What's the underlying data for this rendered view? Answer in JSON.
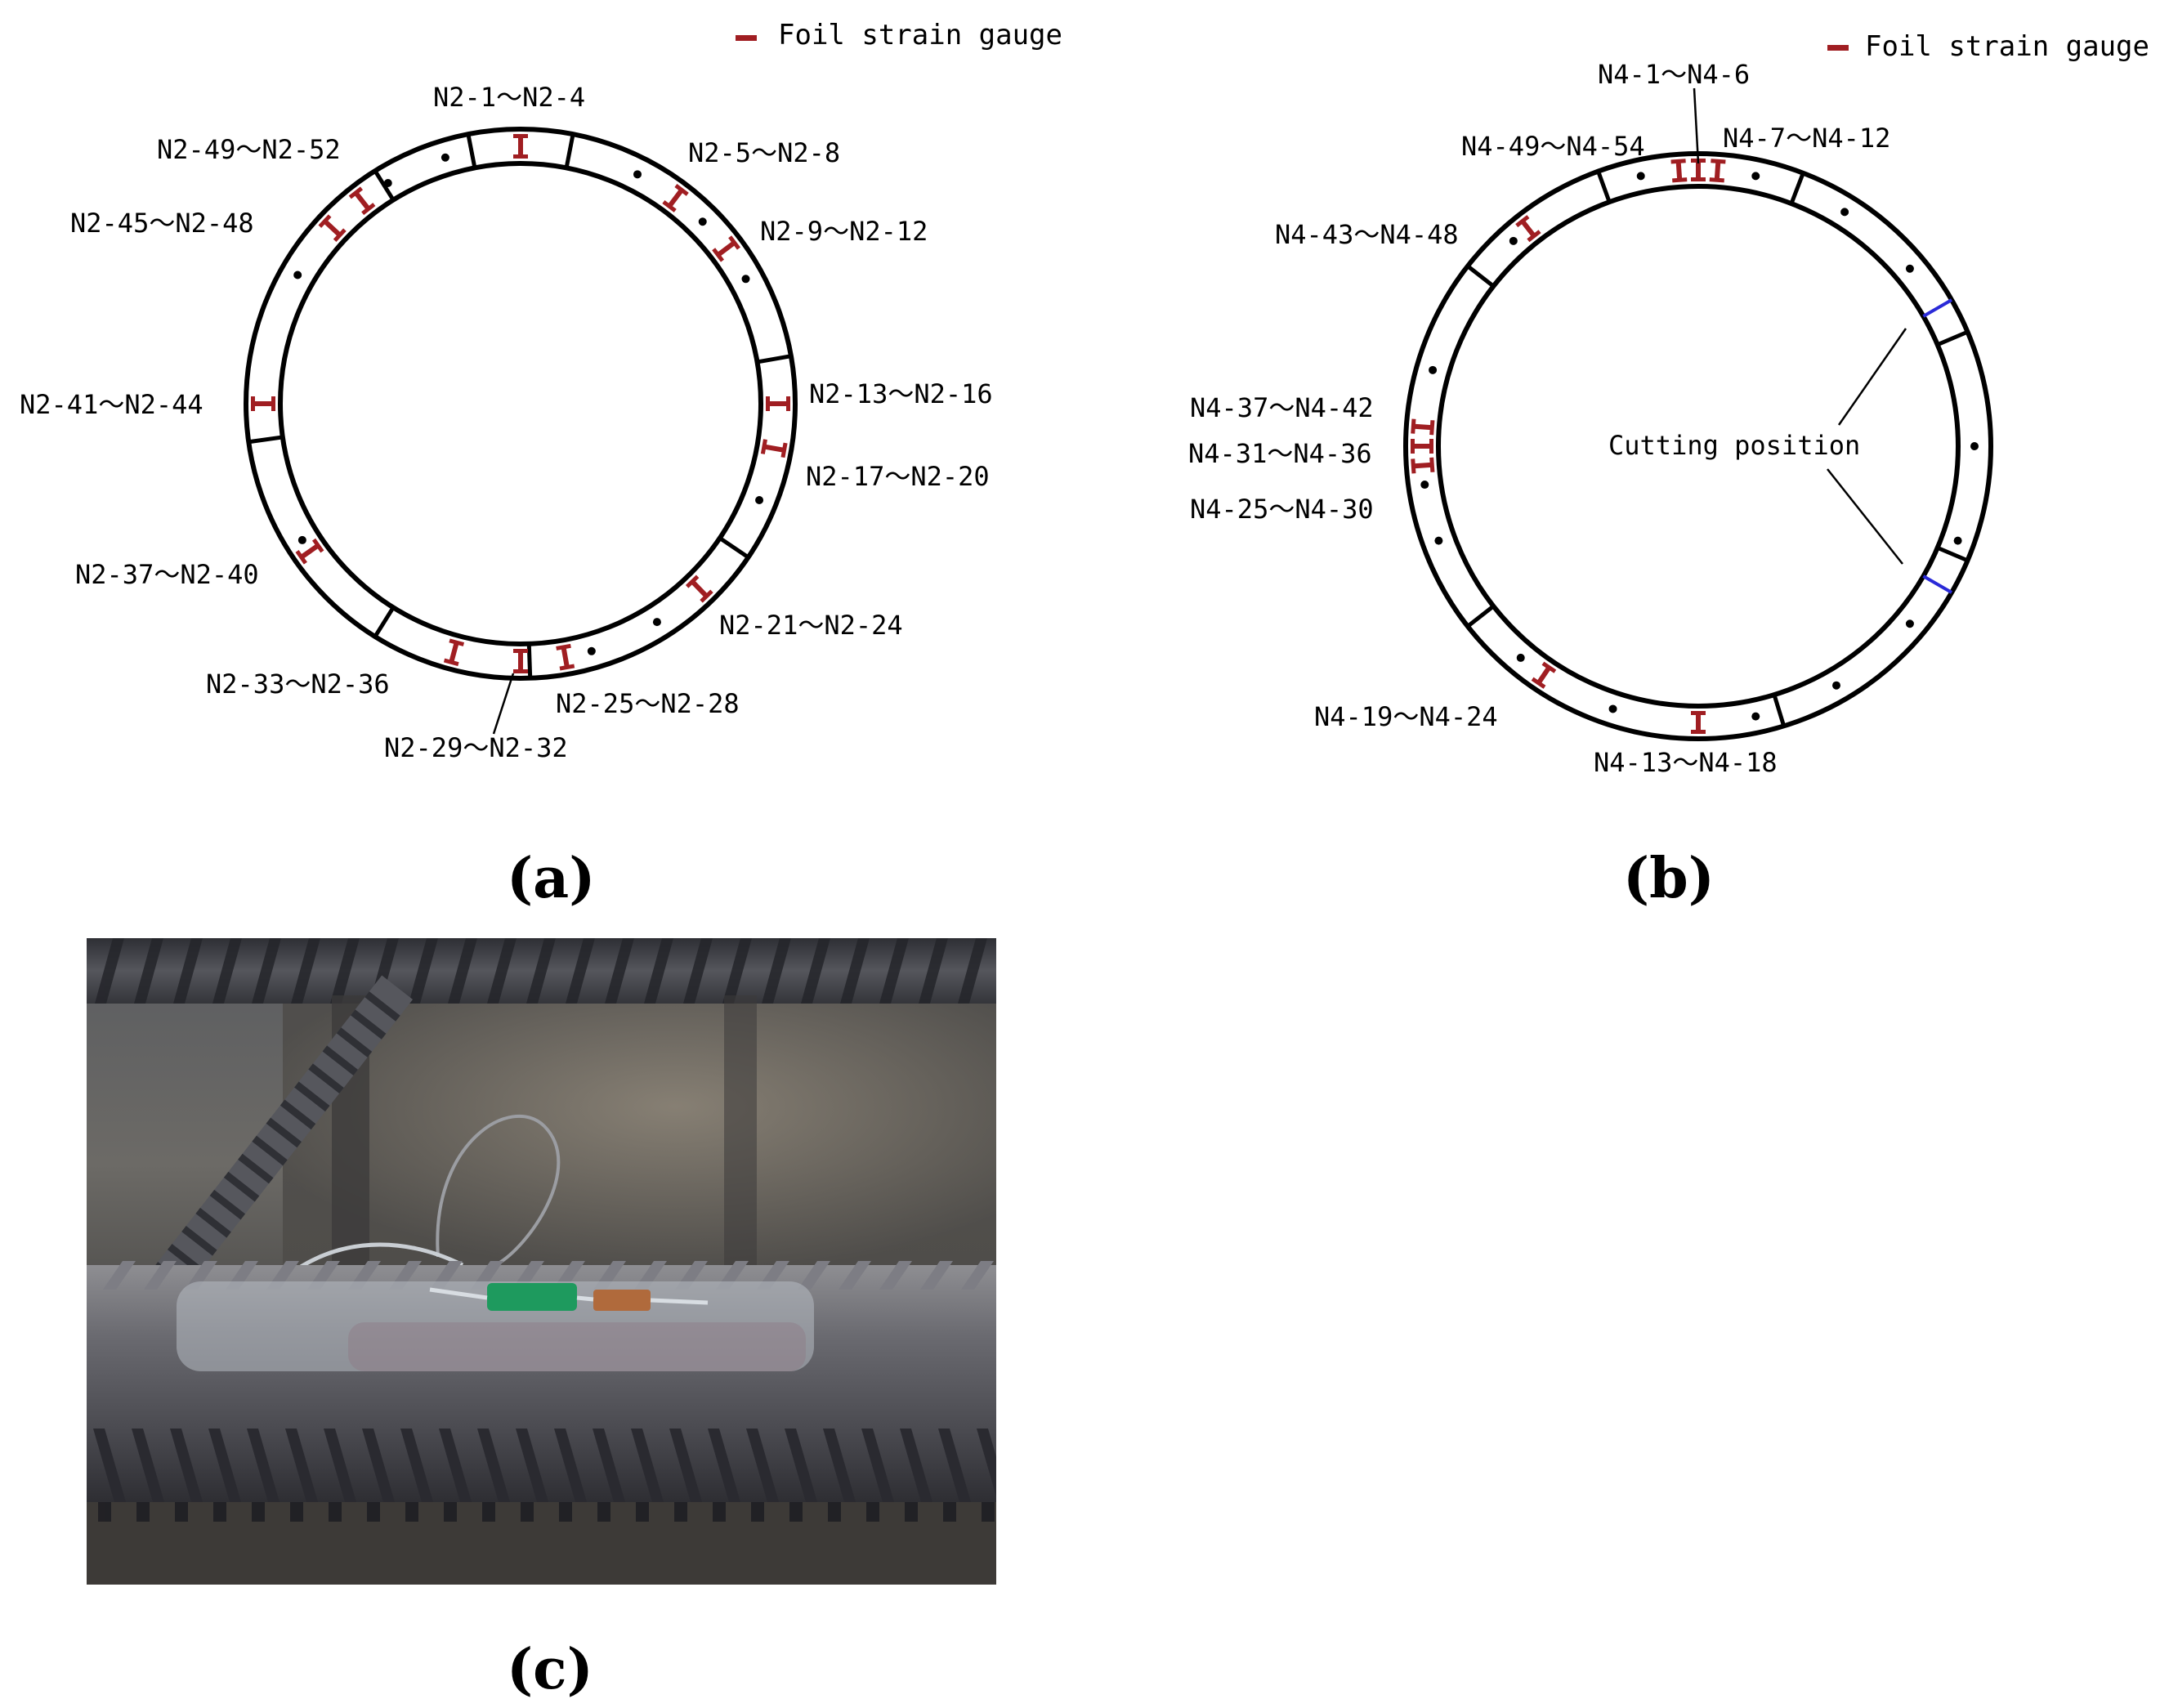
{
  "legend": {
    "marker_color": "#a01e22",
    "label": "Foil strain gauge"
  },
  "colors": {
    "ring": "#000000",
    "gauge": "#a01e22",
    "cut_line": "#2a2ad8"
  },
  "panel_a": {
    "label": "(a)",
    "legend_label": "Foil strain gauge",
    "gauge_labels": [
      "N2-1～N2-4",
      "N2-5～N2-8",
      "N2-9～N2-12",
      "N2-13～N2-16",
      "N2-17～N2-20",
      "N2-21～N2-24",
      "N2-25～N2-28",
      "N2-29～N2-32",
      "N2-33～N2-36",
      "N2-37～N2-40",
      "N2-41～N2-44",
      "N2-45～N2-48",
      "N2-49～N2-52"
    ]
  },
  "panel_b": {
    "label": "(b)",
    "legend_label": "Foil strain gauge",
    "cutting_label": "Cutting position",
    "gauge_labels": [
      "N4-1～N4-6",
      "N4-7～N4-12",
      "N4-49～N4-54",
      "N4-43～N4-48",
      "N4-37～N4-42",
      "N4-31～N4-36",
      "N4-25～N4-30",
      "N4-19～N4-24",
      "N4-13～N4-18"
    ]
  },
  "panel_c": {
    "label": "(c)",
    "photo_description_icon": "rebar-photo"
  }
}
